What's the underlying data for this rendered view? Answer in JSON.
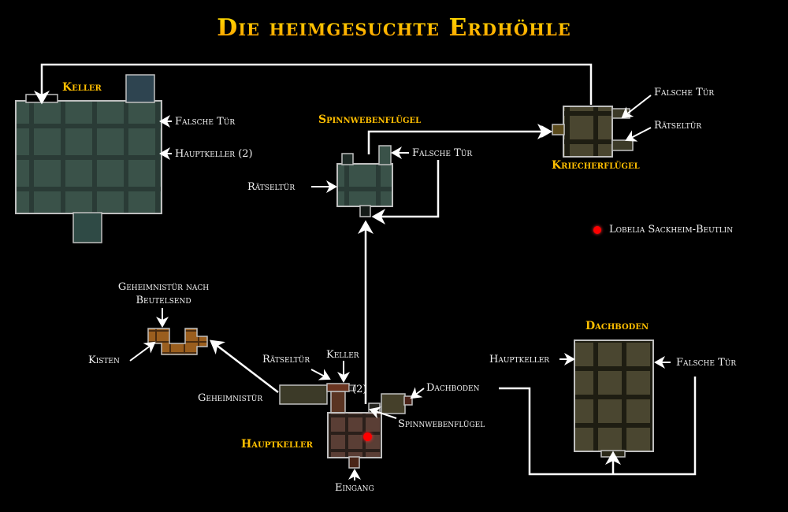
{
  "title": "Die heimgesuchte Erdhöhle",
  "colors": {
    "background": "#000000",
    "title_gradient_top": "#ffe000",
    "title_gradient_bottom": "#ff9a00",
    "area_label": "#ffbf00",
    "label": "#f2f2f2",
    "arrow": "#ffffff",
    "npc_marker": "#ff0000",
    "room_outline": "#bfbfbf"
  },
  "legend": {
    "npc_icon": "red-dot",
    "npc_name": "Lobelia Sackheim-Beutlin"
  },
  "areas": {
    "keller": "Keller",
    "spinnwebenfluegel": "Spinnwebenflügel",
    "kriecherfluegel": "Kriecherflügel",
    "dachboden": "Dachboden",
    "hauptkeller": "Hauptkeller"
  },
  "labels": {
    "keller_falsche_tuer": "Falsche Tür",
    "keller_hauptkeller": "Hauptkeller (2)",
    "spinn_raetseltuer": "Rätseltür",
    "spinn_falsche_tuer": "Falsche Tür",
    "kriech_falsche_tuer": "Falsche Tür",
    "kriech_raetseltuer": "Rätseltür",
    "geheim_beutelsend_line1": "Geheimnistür nach",
    "geheim_beutelsend_line2": "Beutelsend",
    "kisten": "Kisten",
    "haupt_raetseltuer": "Rätseltür",
    "haupt_keller": "Keller",
    "haupt_keller_count": "(2)",
    "haupt_geheimnistuer": "Geheimnistür",
    "haupt_dachboden": "Dachboden",
    "haupt_spinnwebenfluegel": "Spinnwebenflügel",
    "eingang": "Eingang",
    "dach_hauptkeller": "Hauptkeller",
    "dach_falsche_tuer": "Falsche Tür"
  }
}
